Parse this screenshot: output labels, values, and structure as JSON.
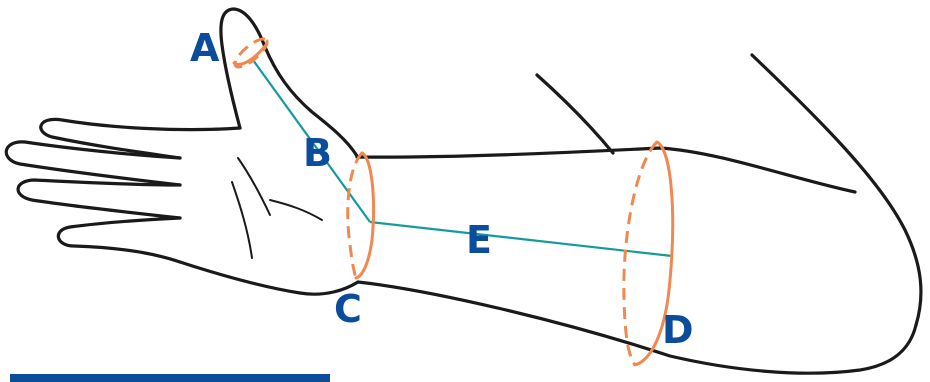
{
  "labels": {
    "a": "A",
    "b": "B",
    "c": "C",
    "d": "D",
    "e": "E"
  },
  "colors": {
    "label": "#0b4d9c",
    "ring": "#f0894f",
    "measure_line": "#159a9c",
    "outline": "#1a1a1a",
    "bar": "#0b4d9c"
  },
  "icons": {
    "figure": "forearm-hand-measurement-diagram"
  }
}
